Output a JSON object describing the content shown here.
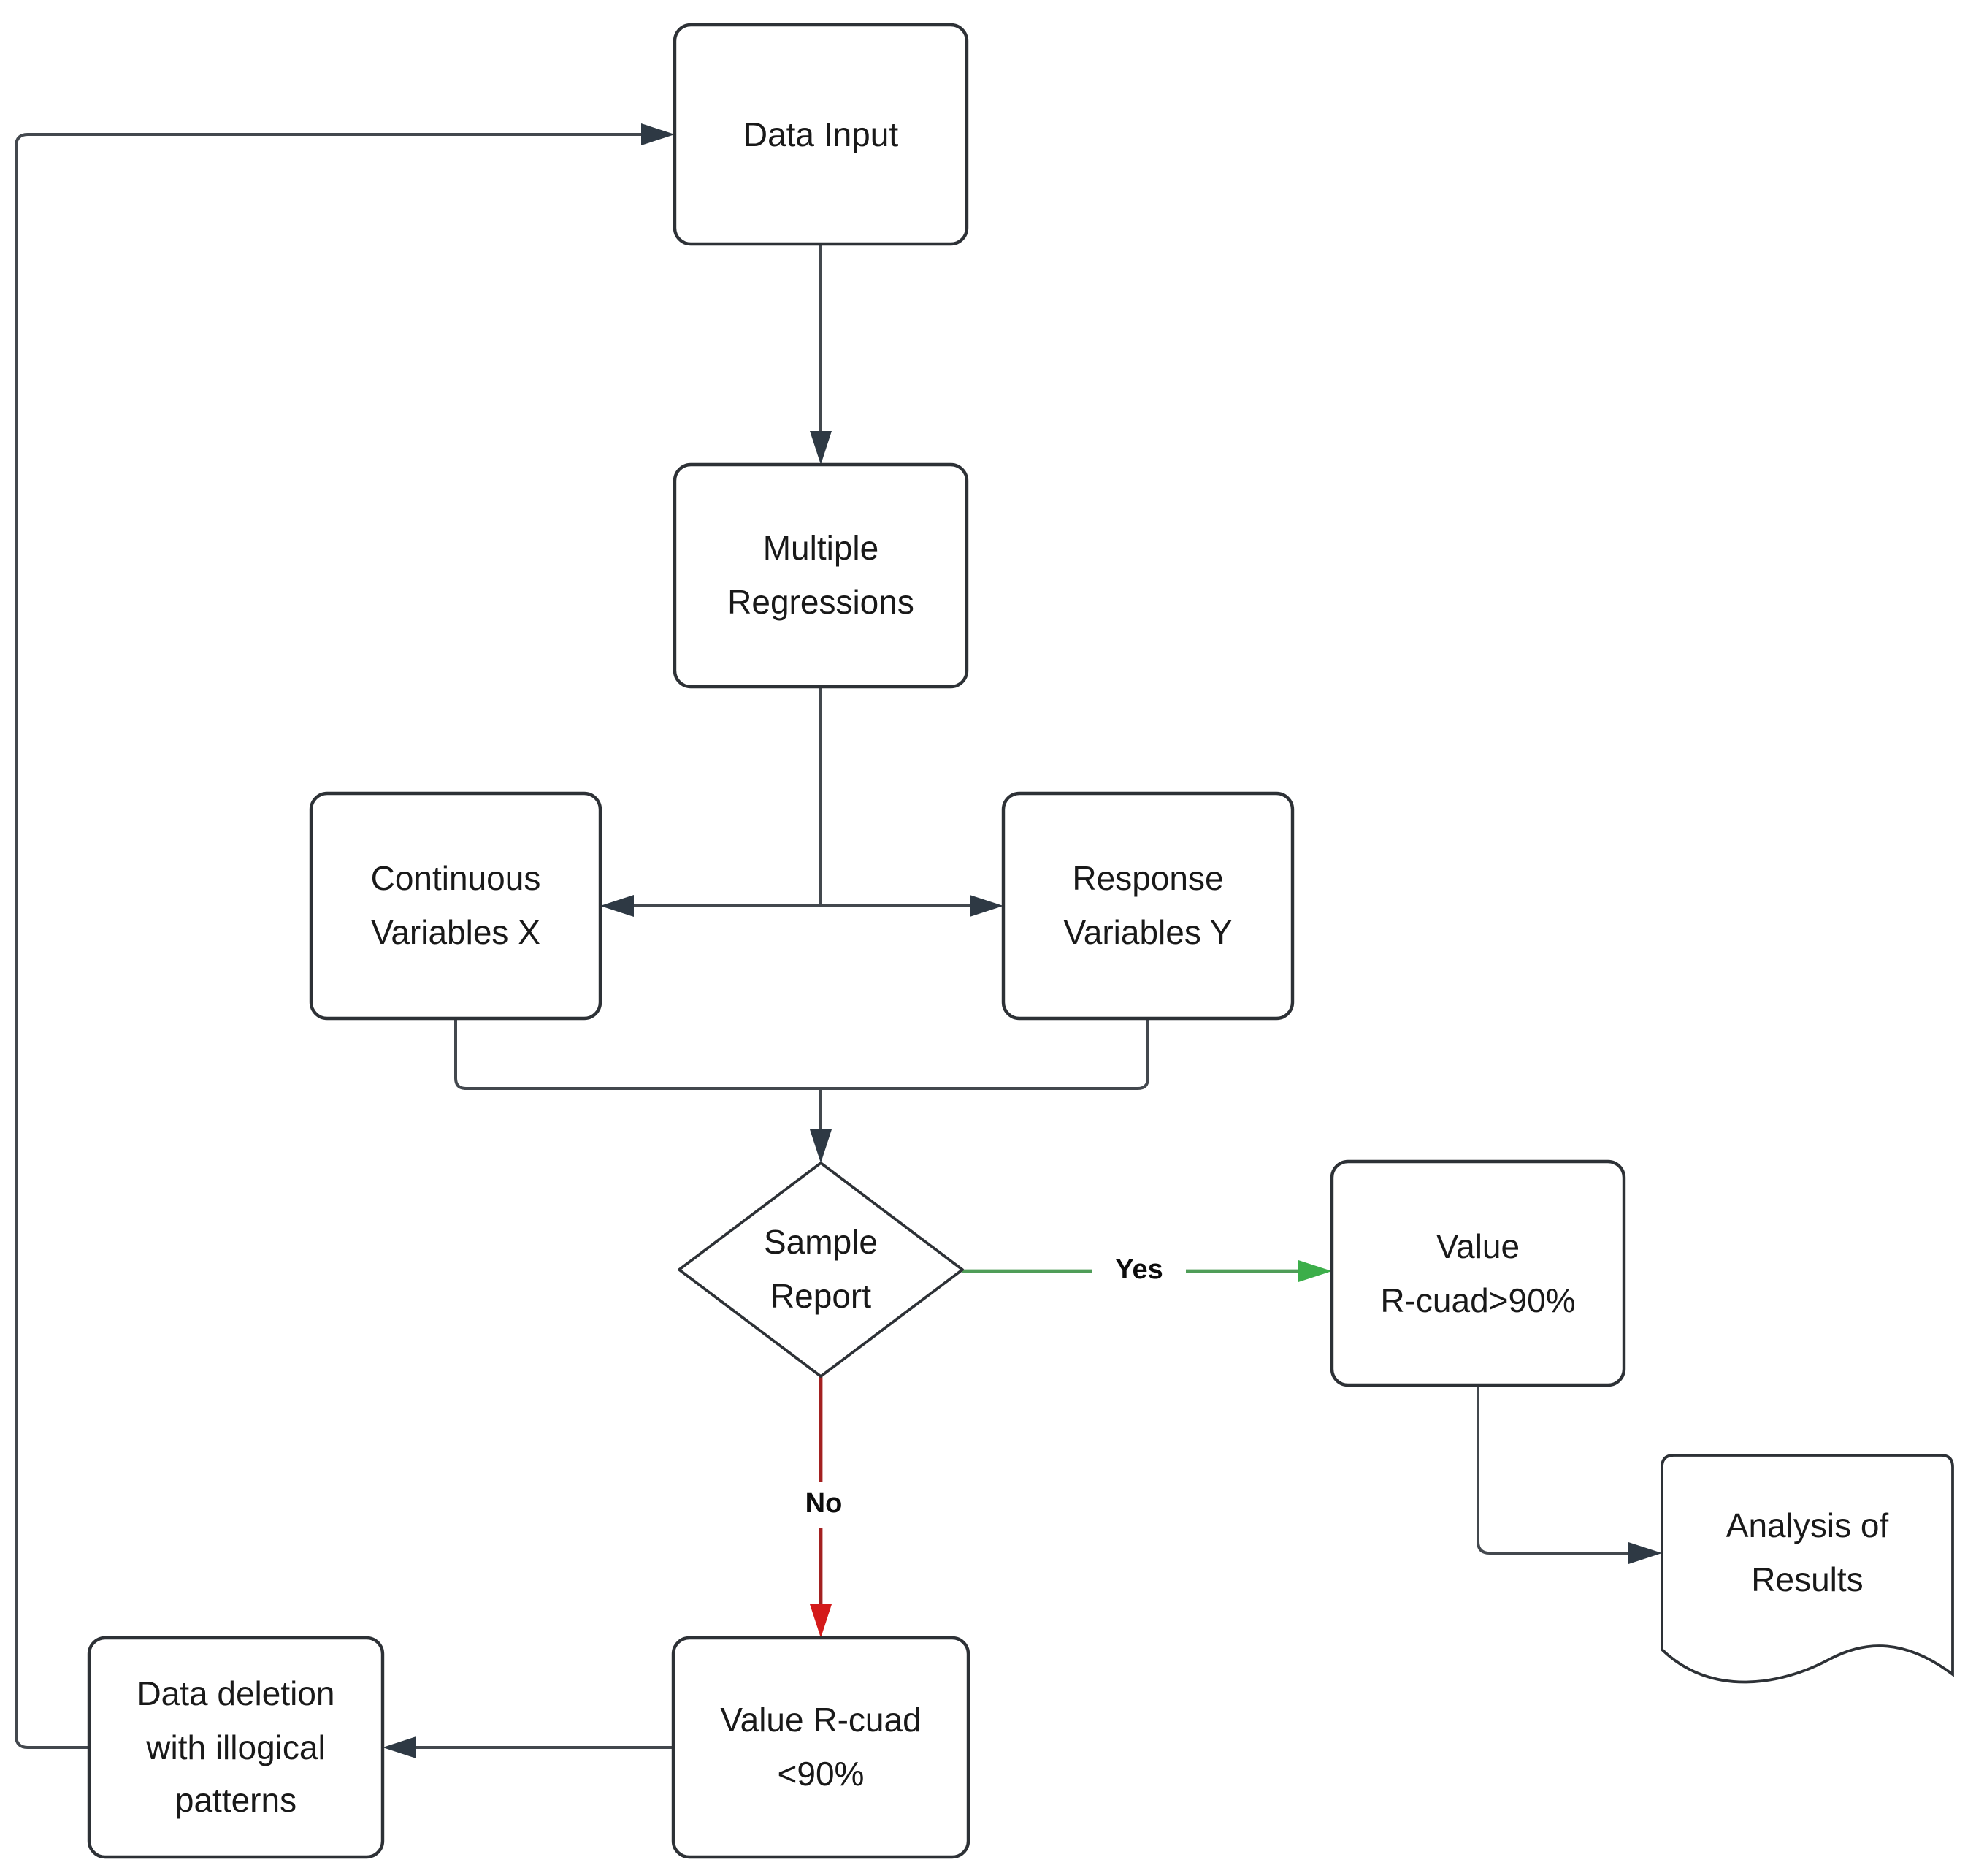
{
  "diagram": {
    "type": "flowchart",
    "background": "#ffffff",
    "nodes": {
      "data_input": {
        "label": "Data Input"
      },
      "multiple_regressions": {
        "label": "Multiple\nRegressions"
      },
      "continuous_variables_x": {
        "label": "Continuous\nVariables X"
      },
      "response_variables_y": {
        "label": "Response\nVariables Y"
      },
      "sample_report": {
        "label": "Sample\nReport"
      },
      "value_r_cuad_gt90": {
        "label": "Value\nR-cuad>90%"
      },
      "analysis_of_results": {
        "label": "Analysis of\nResults"
      },
      "value_r_cuad_lt90": {
        "label": "Value R-cuad\n<90%"
      },
      "data_deletion": {
        "label": "Data deletion\nwith illogical\npatterns"
      }
    },
    "edge_labels": {
      "yes": "Yes",
      "no": "No"
    },
    "colors": {
      "connector": "#43484e",
      "arrowhead": "#2e3944",
      "yes_line": "#4f9d58",
      "yes_arrowhead": "#3cae4a",
      "no_line": "#a32020",
      "no_arrowhead": "#d41a1a",
      "shape_border": "#2d3136"
    }
  }
}
